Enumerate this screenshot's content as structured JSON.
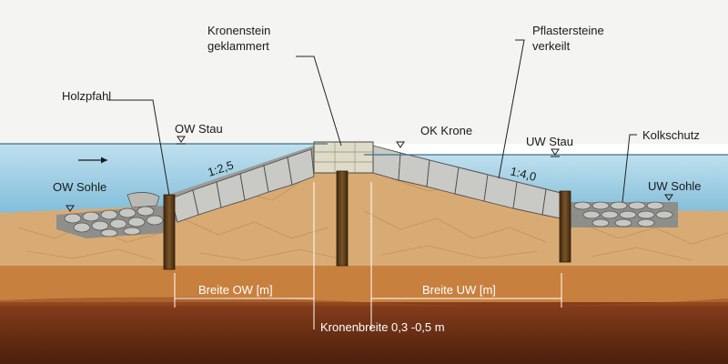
{
  "labels": {
    "kronenstein_line1": "Kronenstein",
    "kronenstein_line2": "geklammert",
    "pflastersteine_line1": "Pflastersteine",
    "pflastersteine_line2": "verkeilt",
    "holzpfahl": "Holzpfahl",
    "ow_stau": "OW Stau",
    "ok_krone": "OK Krone",
    "uw_stau": "UW Stau",
    "kolkschutz": "Kolkschutz",
    "ow_sohle": "OW Sohle",
    "uw_sohle": "UW Sohle",
    "slope_ow": "1:2,5",
    "slope_uw": "1:4,0",
    "breite_ow": "Breite OW [m]",
    "breite_uw": "Breite UW [m]",
    "kronenbreite": "Kronenbreite 0,3 -0,5 m"
  },
  "colors": {
    "sky": "#f4f4f2",
    "water": "#8fc6e0",
    "fill_soil": "#d8a870",
    "subsoil": "#c57a3a",
    "deep_soil": "#6e2f14",
    "stone": "#a9a9a6",
    "crown_stone": "#dcdac8",
    "pile": "#5a3b1c"
  }
}
